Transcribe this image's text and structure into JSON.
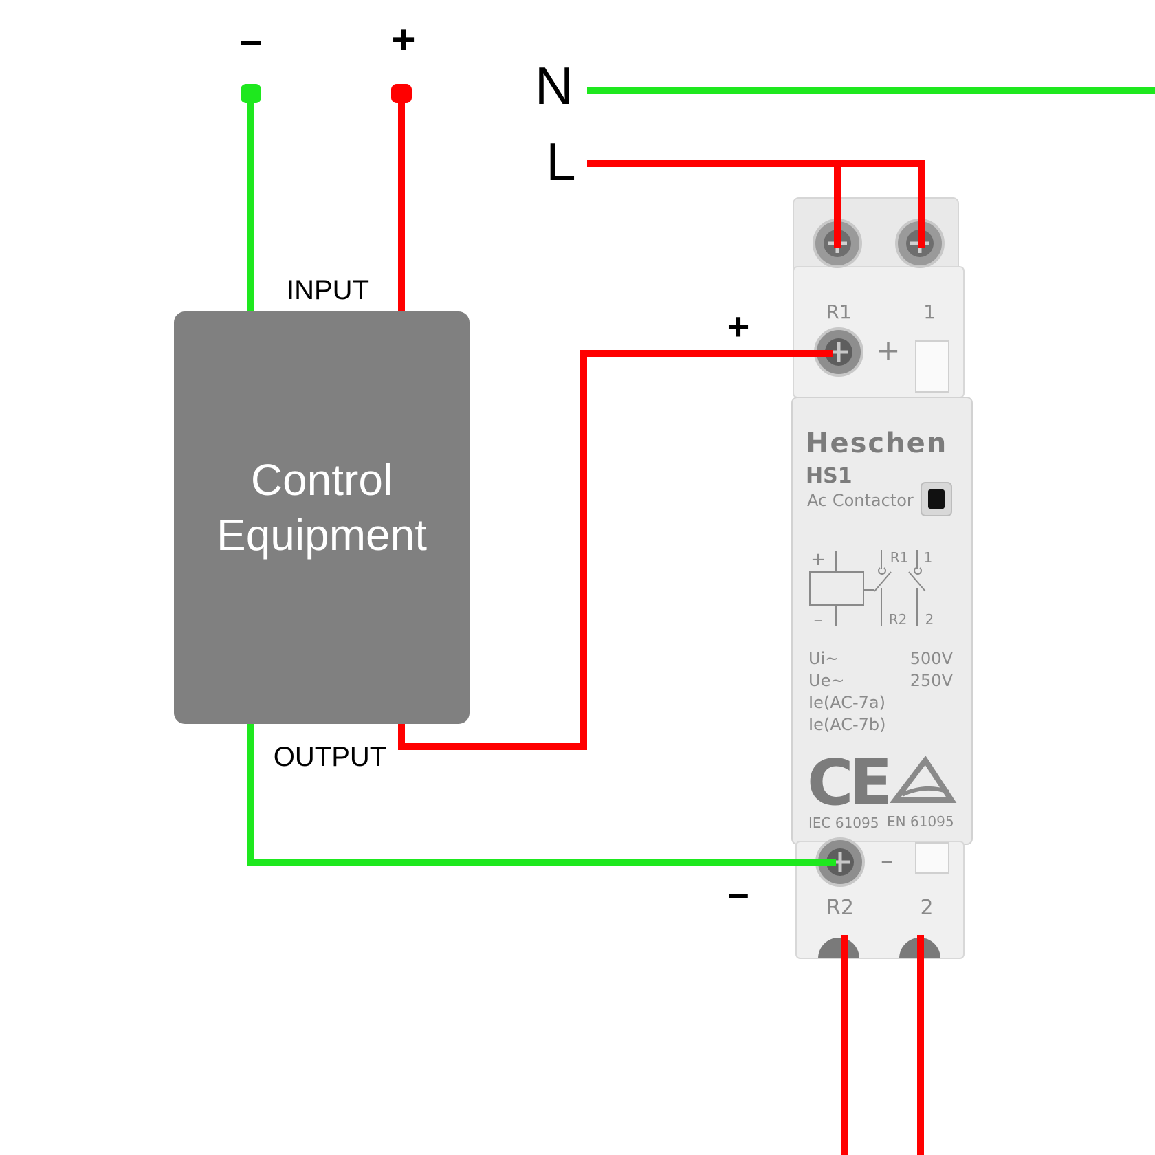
{
  "colors": {
    "positive_wire": "#ff0000",
    "negative_wire": "#1ee81e",
    "control_box": "#808080",
    "device_body": "#ececec"
  },
  "supply": {
    "minus_label": "–",
    "plus_label": "+"
  },
  "mains": {
    "neutral_label": "N",
    "line_label": "L"
  },
  "control_box": {
    "title_line1": "Control",
    "title_line2": "Equipment",
    "input_label": "INPUT",
    "output_label": "OUTPUT"
  },
  "coil_labels": {
    "plus": "+",
    "minus": "–"
  },
  "contactor": {
    "brand": "Heschen",
    "model": "HS1",
    "type": "Ac Contactor",
    "top_terminal_r1": "R1",
    "top_terminal_1": "1",
    "coil_plus_mark": "+",
    "coil_minus_mark": "–",
    "bottom_terminal_r2": "R2",
    "bottom_terminal_2": "2",
    "schematic": {
      "plus": "+",
      "minus": "–",
      "r1": "R1",
      "one": "1",
      "r2": "R2",
      "two": "2"
    },
    "ratings": [
      {
        "label": "Ui~",
        "value": "500V"
      },
      {
        "label": "Ue~",
        "value": "250V"
      },
      {
        "label": "Ie(AC-7a)",
        "value": ""
      },
      {
        "label": "Ie(AC-7b)",
        "value": ""
      }
    ],
    "cert_ce": "CE",
    "standard_iec": "IEC 61095",
    "standard_en": "EN 61095"
  }
}
